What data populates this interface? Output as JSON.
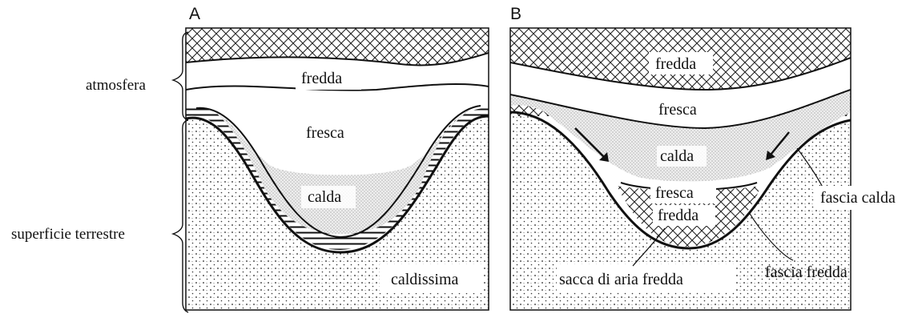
{
  "panels": {
    "a": {
      "letter": "A",
      "layers": {
        "cold": "fredda",
        "cool": "fresca",
        "warm": "calda",
        "hottest": "caldissima"
      }
    },
    "b": {
      "letter": "B",
      "layers": {
        "cold_top": "fredda",
        "cool_top": "fresca",
        "warm": "calda",
        "cool_bottom": "fresca",
        "cold_bottom": "fredda"
      },
      "annotations": {
        "warm_belt": "fascia calda",
        "cold_belt": "fascia fredda",
        "cold_air_pocket": "sacca di aria fredda"
      }
    }
  },
  "side_labels": {
    "atmosphere": "atmosfera",
    "ground": "superficie terrestre"
  },
  "colors": {
    "ink": "#111111",
    "background": "#ffffff"
  }
}
